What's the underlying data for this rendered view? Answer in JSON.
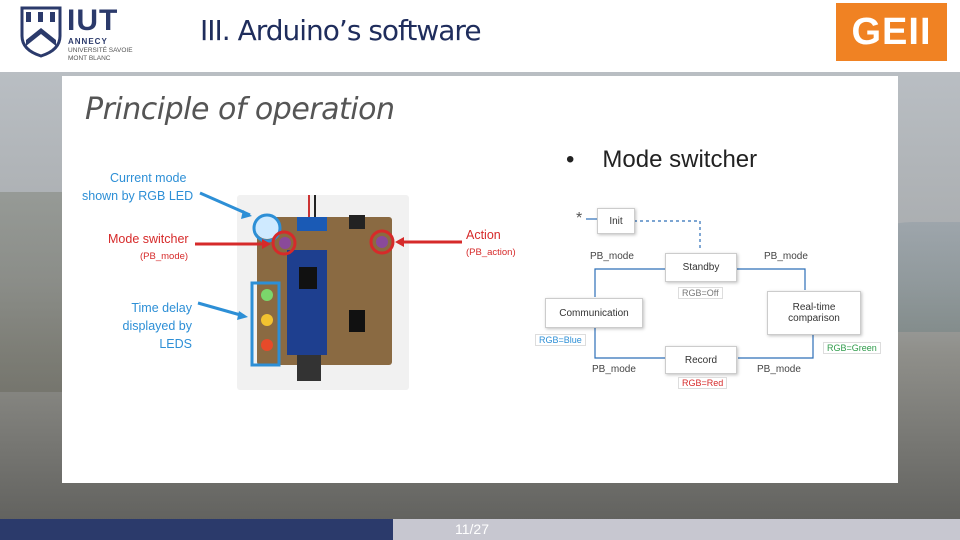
{
  "header": {
    "logo_text": "IUT",
    "logo_sub1": "ANNECY",
    "logo_sub2": "UNIVERSITÉ SAVOIE MONT BLANC",
    "title": "III. Arduino’s software",
    "badge": "GEII"
  },
  "slide": {
    "subtitle": "Principle of operation",
    "bullet_dot": "•",
    "bullet": "Mode switcher"
  },
  "photo_labels": {
    "current_mode_1": "Current mode",
    "current_mode_2": "shown by RGB LED",
    "mode_switcher": "Mode switcher",
    "pb_mode": "(PB_mode)",
    "time_delay_1": "Time delay",
    "time_delay_2": "displayed by LEDS",
    "action": "Action",
    "pb_action": "(PB_action)"
  },
  "diagram": {
    "start": "*",
    "init": "Init",
    "standby": "Standby",
    "communication": "Communication",
    "realtime_1": "Real-time",
    "realtime_2": "comparison",
    "record": "Record",
    "pb_mode_1": "PB_mode",
    "pb_mode_2": "PB_mode",
    "pb_mode_3": "PB_mode",
    "pb_mode_4": "PB_mode",
    "rgb_off": "RGB=Off",
    "rgb_blue": "RGB=Blue",
    "rgb_green": "RGB=Green",
    "rgb_red": "RGB=Red"
  },
  "footer": {
    "page": "11/27"
  },
  "colors": {
    "navy": "#2b3a6b",
    "orange": "#f08223",
    "blue": "#2d8fd6",
    "red": "#d62a2a",
    "green": "#2e9b4a"
  }
}
